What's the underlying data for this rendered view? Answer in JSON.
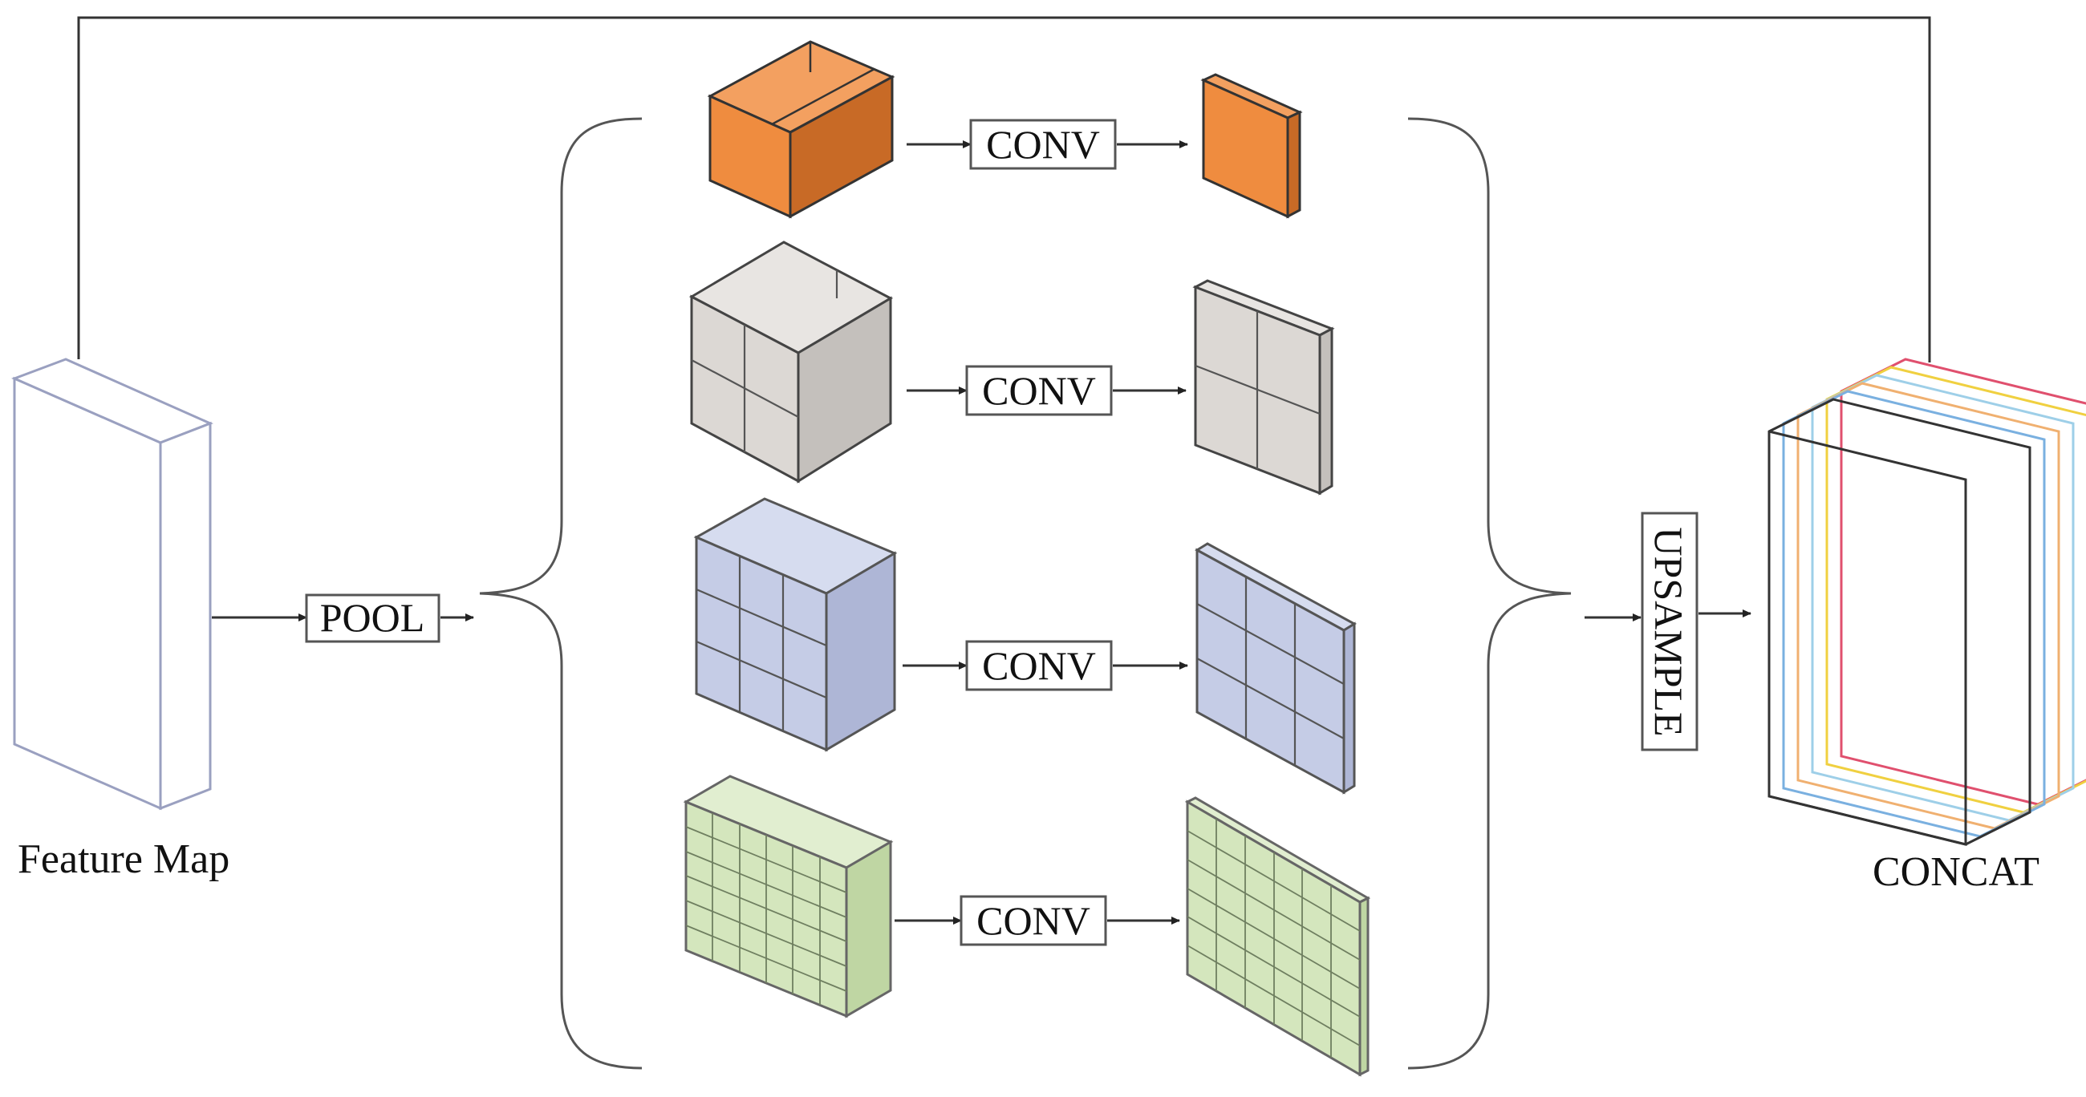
{
  "labels": {
    "feature_map": "Feature Map",
    "pool": "POOL",
    "conv": "CONV",
    "upsample": "UPSAMPLE",
    "concat": "CONCAT"
  },
  "branches": [
    {
      "grid": 1,
      "color": "#ef8c3f",
      "side": "#c86a26",
      "top": "#f3a060"
    },
    {
      "grid": 2,
      "color": "#dcd8d4",
      "side": "#c4c0bc",
      "top": "#e8e5e2"
    },
    {
      "grid": 3,
      "color": "#c5cce6",
      "side": "#aeb6d6",
      "top": "#d6dcef"
    },
    {
      "grid": 6,
      "color": "#d4e6bd",
      "side": "#bfd6a3",
      "top": "#e1eed0"
    }
  ],
  "concat_layer_colors": [
    "#e0506e",
    "#f0d040",
    "#9ecfe8",
    "#f0b070",
    "#7ab0e0",
    "#333333"
  ]
}
